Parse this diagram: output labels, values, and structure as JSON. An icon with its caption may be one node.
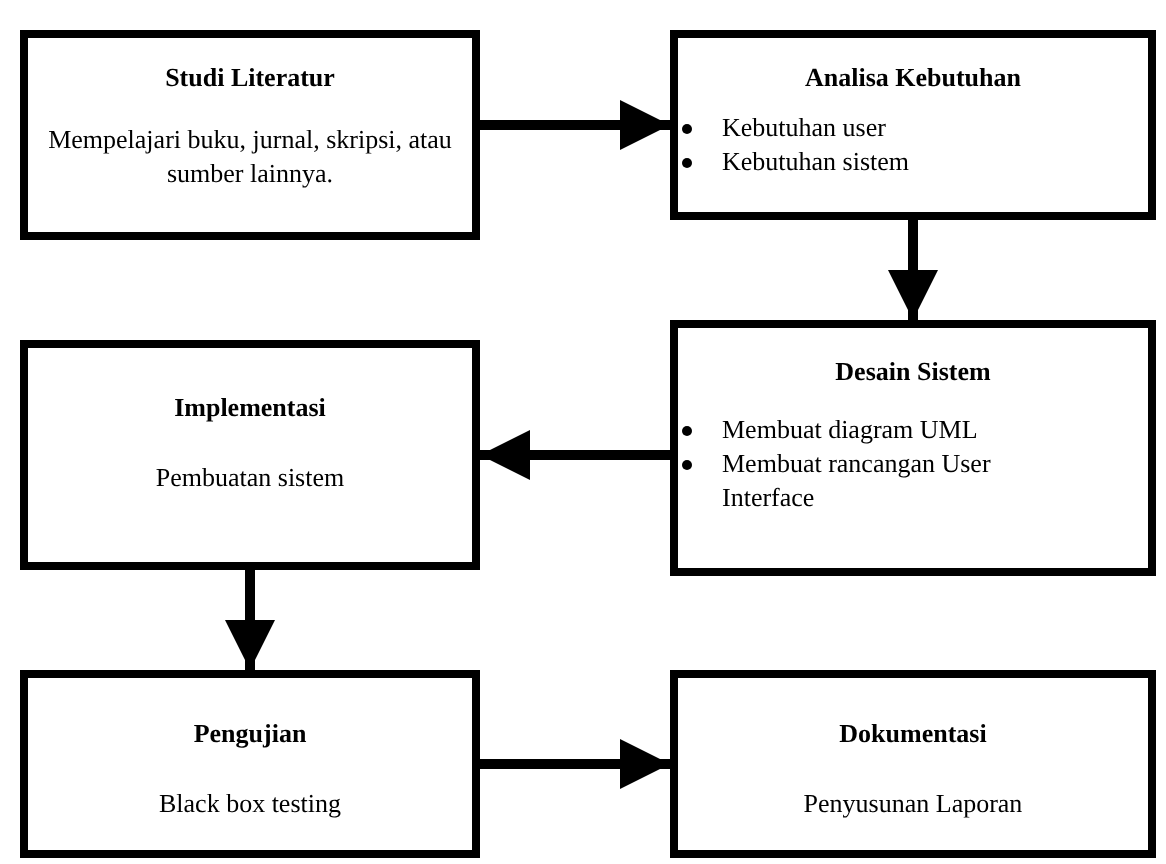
{
  "diagram": {
    "nodes": [
      {
        "text": [
          "Studi Literatur",
          "Mempelajari buku, jurnal, skripsi, atau sumber lainnya."
        ]
      },
      {
        "text": [
          "Analisa Kebutuhan",
          "Kebutuhan user",
          "Kebutuhan sistem"
        ]
      },
      {
        "text": [
          "Implementasi",
          "Pembuatan sistem"
        ]
      },
      {
        "text": [
          "Desain Sistem",
          "Membuat diagram UML",
          "Membuat rancangan User Interface"
        ]
      },
      {
        "text": [
          "Pengujian",
          "Black box testing"
        ]
      },
      {
        "text": [
          "Dokumentasi",
          "Penyusunan Laporan"
        ]
      }
    ],
    "edges": [
      {
        "from": 0,
        "to": 1,
        "arrow": "to"
      },
      {
        "from": 1,
        "to": 3,
        "arrow": "to"
      },
      {
        "from": 3,
        "to": 2,
        "arrow": "to"
      },
      {
        "from": 2,
        "to": 4,
        "arrow": "to"
      },
      {
        "from": 4,
        "to": 5,
        "arrow": "to"
      }
    ]
  }
}
